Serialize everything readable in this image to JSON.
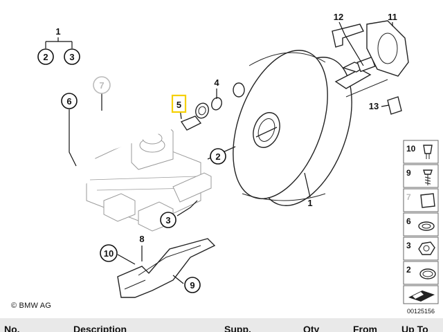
{
  "diagram": {
    "callouts": {
      "c1_top": "1",
      "c2_top": "2",
      "c3_top": "3",
      "c6": "6",
      "c7": "7",
      "c5": "5",
      "c4": "4",
      "c2_mid": "2",
      "c1_bottom": "1",
      "c3_bottom": "3",
      "c8": "8",
      "c10": "10",
      "c9": "9",
      "c12": "12",
      "c11": "11",
      "c13": "13"
    },
    "sidebar": [
      "10",
      "9",
      "7",
      "6",
      "3",
      "2"
    ],
    "highlight_color": "#f5d000",
    "copyright": "© BMW AG",
    "doc_number": "00125156"
  },
  "table": {
    "headers": [
      "No.",
      "Description",
      "Supp.",
      "Qty",
      "From",
      "Up To"
    ]
  }
}
